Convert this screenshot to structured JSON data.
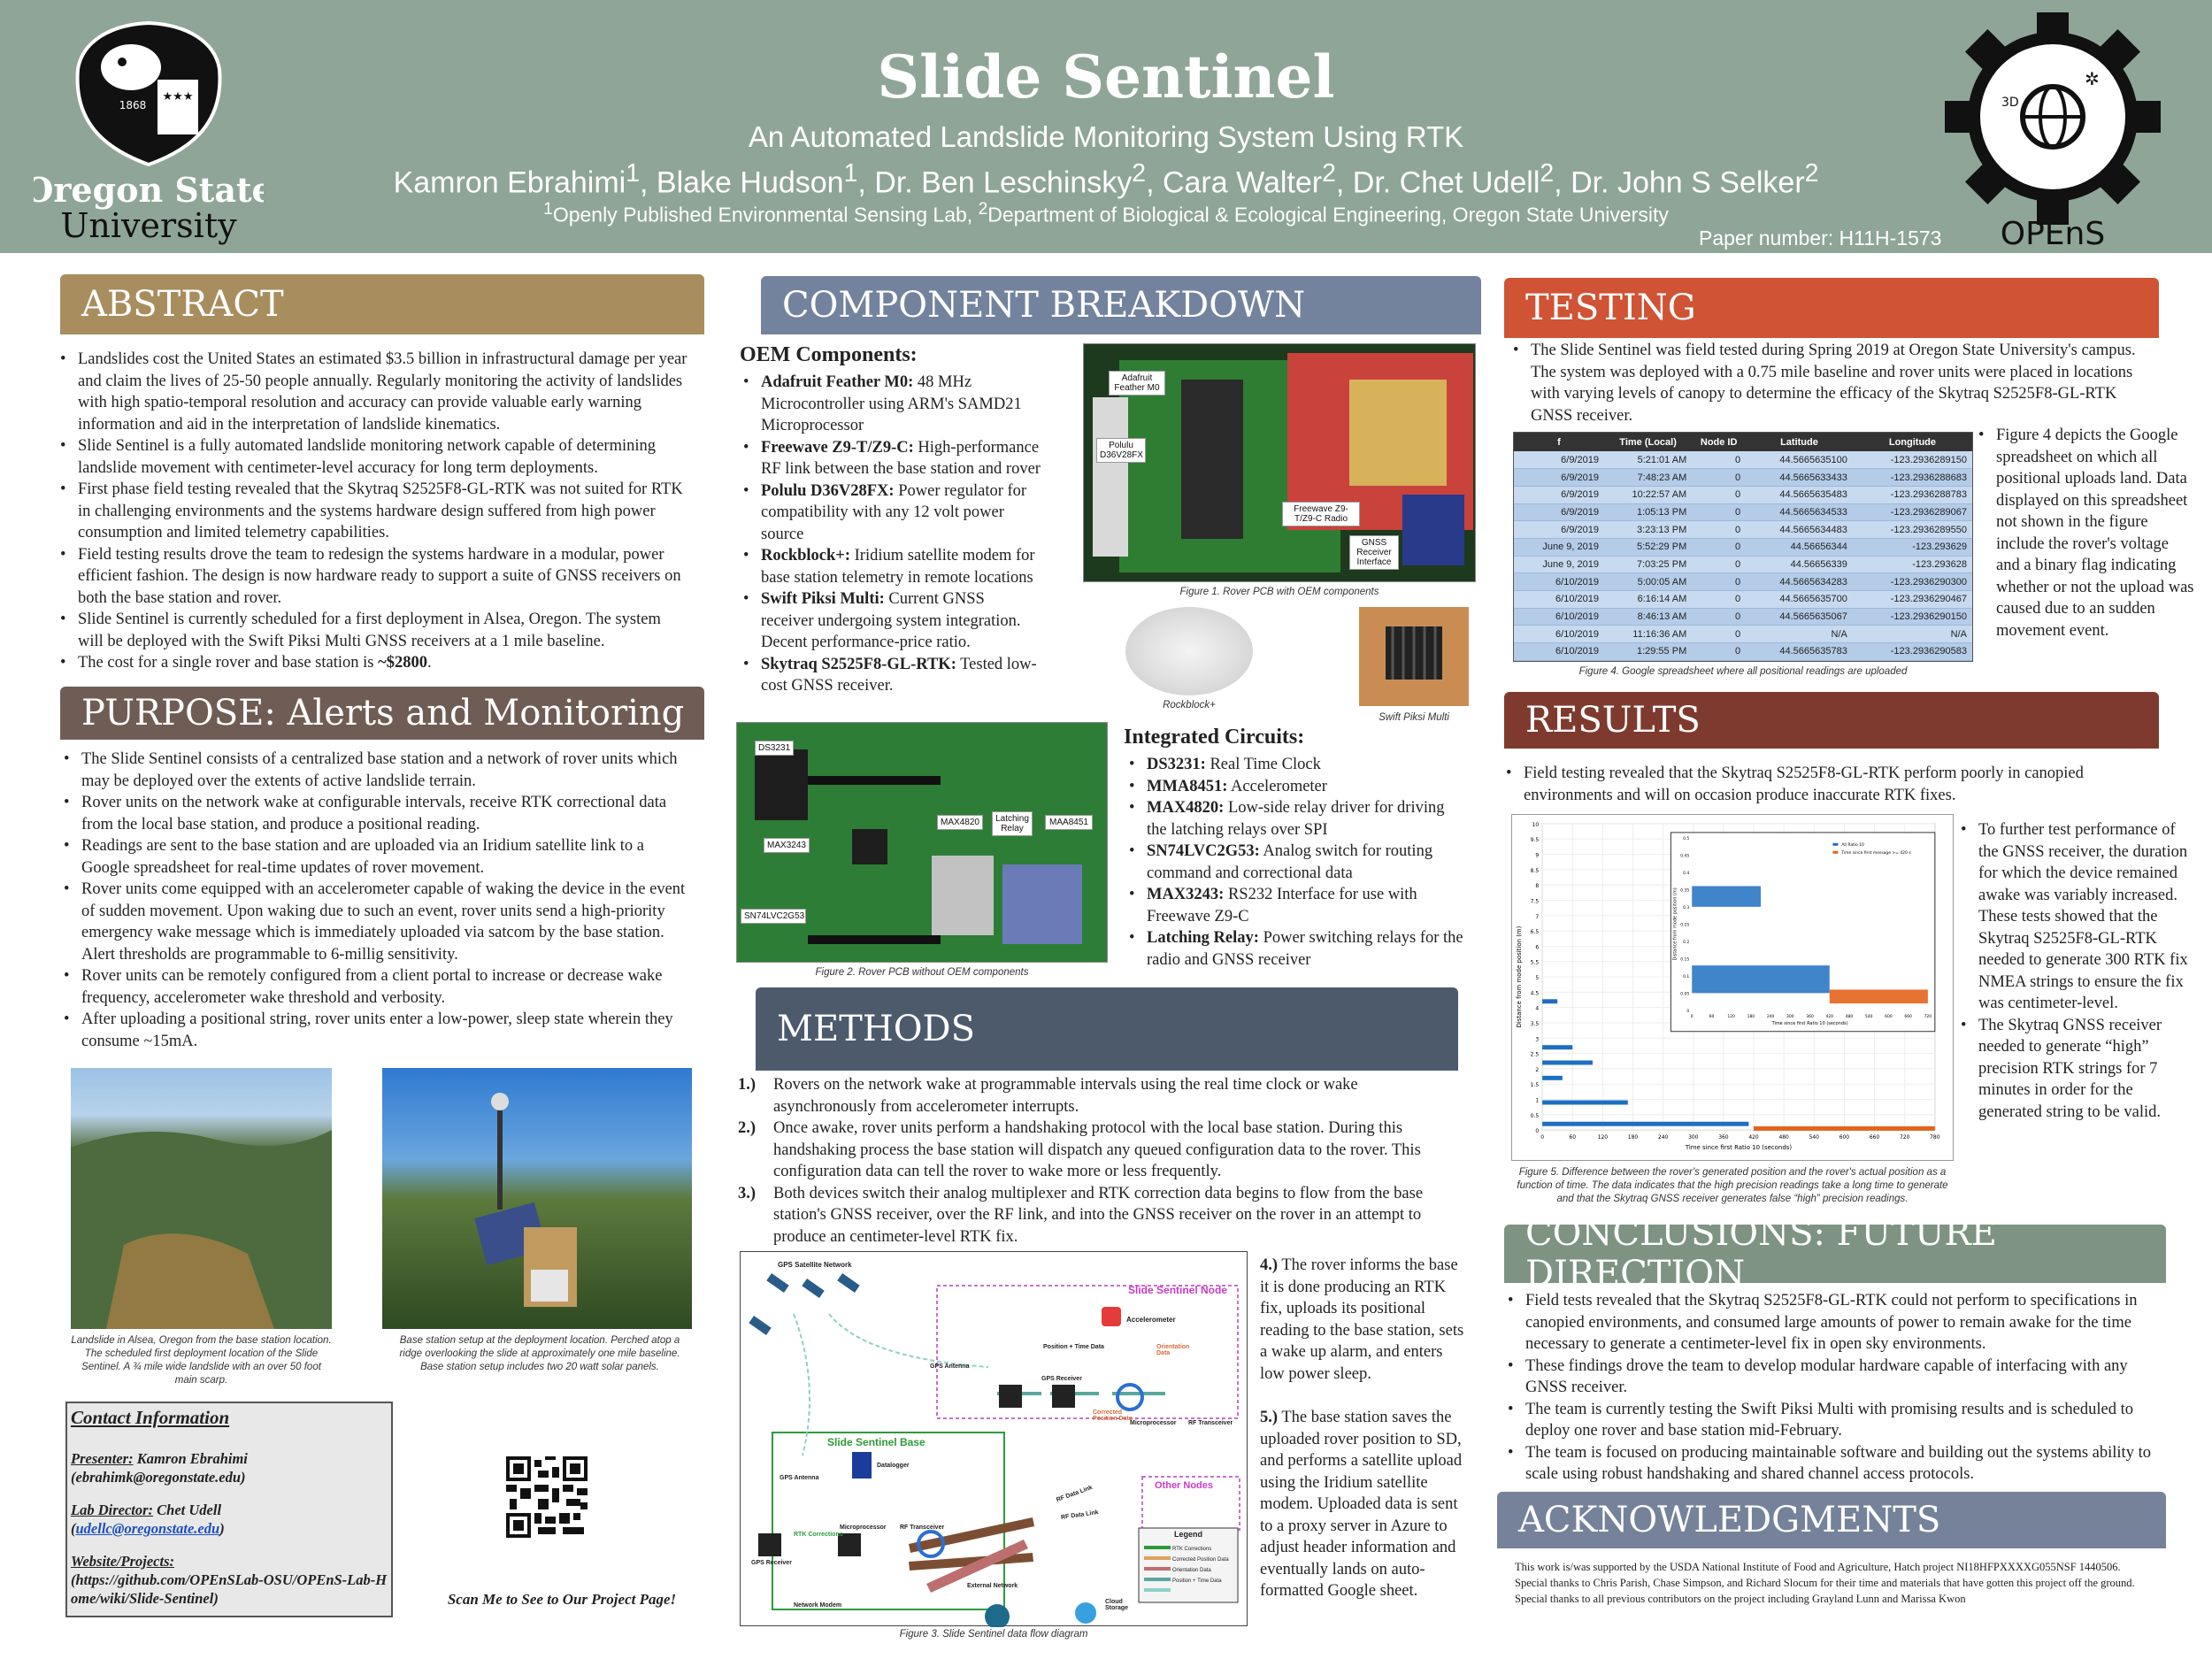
{
  "header": {
    "title": "Slide Sentinel",
    "subtitle": "An Automated Landslide Monitoring System Using RTK",
    "paper_number": "Paper number: H11H-1573",
    "osu_name_1": "Oregon State",
    "osu_name_2": "University",
    "osu_year": "1868",
    "opens_label": "OPEnS"
  },
  "authors": [
    {
      "name": "Kamron Ebrahimi",
      "sup": "1"
    },
    {
      "name": "Blake Hudson",
      "sup": "1"
    },
    {
      "name": "Dr. Ben Leschinsky",
      "sup": "2"
    },
    {
      "name": "Cara Walter",
      "sup": "2"
    },
    {
      "name": "Dr. Chet Udell",
      "sup": "2"
    },
    {
      "name": "Dr. John S Selker",
      "sup": "2"
    }
  ],
  "affiliations": {
    "sup1": "1",
    "text1": "Openly Published Environmental Sensing Lab, ",
    "sup2": "2",
    "text2": "Department of Biological & Ecological Engineering, Oregon State University"
  },
  "abstract": {
    "heading": "ABSTRACT",
    "bullets": [
      "Landslides cost the United States an estimated $3.5 billion in infrastructural damage per year and claim the lives of 25-50 people annually. Regularly monitoring the activity of landslides with high spatio-temporal resolution and accuracy can provide valuable early warning information and aid in the interpretation of landslide kinematics.",
      "Slide Sentinel is a fully automated landslide monitoring network capable of determining landslide movement with centimeter-level accuracy for long term deployments.",
      "First phase field testing revealed that the Skytraq S2525F8-GL-RTK was not suited for RTK in challenging environments and the systems hardware design suffered from high power consumption and limited telemetry capabilities.",
      "Field testing results drove the team to redesign the systems hardware in a modular, power efficient fashion. The design is now hardware ready to support a suite of GNSS receivers on both the base station and rover.",
      "Slide Sentinel is currently scheduled for a first deployment in Alsea, Oregon. The system will be deployed with the Swift Piksi Multi GNSS receivers at a 1 mile baseline."
    ],
    "cost_text": "The cost for a single rover and base station is ",
    "cost_value": "~$2800",
    "cost_end": "."
  },
  "purpose": {
    "heading": "PURPOSE: Alerts and Monitoring",
    "bullets": [
      "The Slide Sentinel consists of a centralized base station and a network of rover units which may be deployed over the extents of active landslide terrain.",
      "Rover units on the network wake at configurable intervals, receive RTK correctional data from the local base station, and produce a positional reading.",
      "Readings are sent to the base station and are uploaded via an Iridium satellite link to a Google spreadsheet for real-time updates of rover movement.",
      "Rover units come equipped with an accelerometer capable of waking the device in the event of sudden movement. Upon waking due to such an event, rover units send a high-priority emergency wake message which is immediately uploaded via satcom by the base station. Alert thresholds are programmable to 6-millig sensitivity.",
      "Rover units can be remotely configured from a client portal to increase or decrease wake frequency, accelerometer wake threshold and verbosity.",
      "After uploading a positional string, rover units enter a low-power, sleep state wherein they consume ~15mA."
    ],
    "caption_left": "Landslide in Alsea, Oregon from the base station location. The scheduled first deployment location of the Slide Sentinel. A ¾ mile wide landslide with an over 50 foot main scarp.",
    "caption_right": "Base station setup at the deployment location. Perched atop a ridge overlooking the slide at approximately one mile baseline. Base station setup includes two 20 watt solar panels."
  },
  "contact": {
    "heading": "Contact Information",
    "presenter_label": "Presenter:",
    "presenter_name": " Kamron Ebrahimi",
    "presenter_email": "(ebrahimk@oregonstate.edu)",
    "director_label": "Lab Director:",
    "director_name": " Chet Udell",
    "director_email_open": "(",
    "director_email": "udellc@oregonstate.edu",
    "director_email_close": ")",
    "website_label": "Website/Projects:",
    "website_url": "(https://github.com/OPEnSLab-OSU/OPEnS-Lab-Home/wiki/Slide-Sentinel)",
    "qr_caption": "Scan Me to See to Our Project Page!"
  },
  "components": {
    "heading": "COMPONENT BREAKDOWN",
    "oem_heading": "OEM Components:",
    "oem": [
      {
        "name": "Adafruit Feather M0:",
        "desc": " 48 MHz Microcontroller using ARM's SAMD21 Microprocessor"
      },
      {
        "name": "Freewave Z9-T/Z9-C:",
        "desc": " High-performance RF link between the base station and rover"
      },
      {
        "name": "Polulu  D36V28FX:",
        "desc": " Power regulator for compatibility with any 12 volt power source"
      },
      {
        "name": "Rockblock+:",
        "desc": " Iridium satellite modem for base station telemetry in remote locations"
      },
      {
        "name": "Swift Piksi Multi:",
        "desc": " Current GNSS receiver undergoing system integration. Decent performance-price ratio."
      },
      {
        "name": "Skytraq S2525F8-GL-RTK:",
        "desc": " Tested low-cost GNSS receiver."
      }
    ],
    "ic_heading": "Integrated Circuits:",
    "ics": [
      {
        "name": "DS3231:",
        "desc": " Real Time Clock"
      },
      {
        "name": "MMA8451:",
        "desc": " Accelerometer"
      },
      {
        "name": "MAX4820:",
        "desc": " Low-side relay driver for driving the latching relays over SPI"
      },
      {
        "name": "SN74LVC2G53:",
        "desc": " Analog switch for routing command and correctional data"
      },
      {
        "name": "MAX3243:",
        "desc": " RS232 Interface for use with Freewave Z9-C"
      },
      {
        "name": "Latching Relay:",
        "desc": " Power switching relays for the radio and GNSS receiver"
      }
    ],
    "fig1_caption": "Figure 1. Rover PCB with OEM components",
    "fig1_labels": {
      "feather": "Adafruit Feather M0",
      "polulu": "Polulu D36V28FX",
      "freewave": "Freewave Z9-T/Z9-C Radio",
      "gnss": "GNSS Receiver Interface"
    },
    "rockblock_caption": "Rockblock+",
    "swift_caption": "Swift Piksi Multi",
    "fig2_caption": "Figure 2. Rover PCB without OEM components",
    "fig2_labels": {
      "ds3231": "DS3231",
      "max4820": "MAX4820",
      "relay": "Latching Relay",
      "maa8451": "MAA8451",
      "max3243": "MAX3243",
      "sn74": "SN74LVC2G53"
    }
  },
  "methods": {
    "heading": "METHODS",
    "steps": [
      {
        "n": "1.)",
        "text": "Rovers on the network wake at programmable intervals using the real time clock or wake asynchronously from accelerometer interrupts."
      },
      {
        "n": "2.)",
        "text": "Once awake, rover units perform a handshaking protocol with the local base station. During this handshaking process the base station will dispatch any queued configuration data to the rover. This configuration data can tell the rover to wake more or less frequently."
      },
      {
        "n": "3.)",
        "text": "Both devices switch their analog multiplexer and RTK correction data begins to flow from the base station's GNSS receiver, over the RF link, and into the GNSS receiver on the rover in an attempt to produce an centimeter-level RTK fix."
      }
    ],
    "step4_n": "4.)",
    "step4": " The rover informs the base it is done producing an RTK fix, uploads its positional reading to the base station, sets a wake up alarm, and enters low power sleep.",
    "step5_n": "5.)",
    "step5": " The base station saves the uploaded rover position to SD, and performs a satellite upload using the Iridium satellite modem. Uploaded data is sent to a proxy server in Azure to adjust header information and eventually lands on auto-formatted Google sheet.",
    "fig3_caption": "Figure 3. Slide Sentinel data flow diagram",
    "diagram": {
      "gps_network": "GPS Satellite Network",
      "node_title": "Slide Sentinel Node",
      "accelerometer": "Accelerometer",
      "orientation": "Orientation Data",
      "gps_antenna": "GPS Antenna",
      "gps_receiver": "GPS Receiver",
      "microprocessor": "Microprocessor",
      "rf_transceiver": "RF Transceiver",
      "corrected": "Corrected Position Data",
      "position_time": "Position + Time Data",
      "base_title": "Slide Sentinel Base",
      "datalogger": "Datalogger",
      "rtk_corrections": "RTK Corrections",
      "rf_data_link": "RF Data Link",
      "other_nodes": "Other Nodes",
      "legend": "Legend",
      "network_modem": "Network Modem",
      "external_network": "External Network",
      "cloud_storage": "Cloud Storage"
    }
  },
  "testing": {
    "heading": "TESTING",
    "bullet": "The Slide Sentinel was field tested during Spring 2019 at Oregon State University's campus. The system was deployed with a 0.75 mile baseline and rover units were placed in locations with varying levels of canopy to determine the efficacy of the Skytraq S2525F8-GL-RTK GNSS receiver.",
    "side_bullet": "Figure 4 depicts the Google spreadsheet on which all positional uploads land. Data displayed on this spreadsheet not shown in the figure include the rover's voltage and a binary flag indicating whether or not the upload was caused due to an sudden movement event.",
    "fig4_caption": "Figure 4. Google spreadsheet where all positional readings are uploaded",
    "sheet_headers": [
      "f",
      "Time (Local)",
      "Node ID",
      "Latitude",
      "Longitude"
    ],
    "sheet_rows": [
      [
        "6/9/2019",
        "5:21:01 AM",
        "0",
        "44.5665635100",
        "-123.2936289150"
      ],
      [
        "6/9/2019",
        "7:48:23 AM",
        "0",
        "44.5665633433",
        "-123.2936288683"
      ],
      [
        "6/9/2019",
        "10:22:57 AM",
        "0",
        "44.5665635483",
        "-123.2936288783"
      ],
      [
        "6/9/2019",
        "1:05:13 PM",
        "0",
        "44.5665634533",
        "-123.2936289067"
      ],
      [
        "6/9/2019",
        "3:23:13 PM",
        "0",
        "44.5665634483",
        "-123.2936289550"
      ],
      [
        "June 9, 2019",
        "5:52:29 PM",
        "0",
        "44.56656344",
        "-123.293629"
      ],
      [
        "June 9, 2019",
        "7:03:25 PM",
        "0",
        "44.56656339",
        "-123.293628"
      ],
      [
        "6/10/2019",
        "5:00:05 AM",
        "0",
        "44.5665634283",
        "-123.2936290300"
      ],
      [
        "6/10/2019",
        "6:16:14 AM",
        "0",
        "44.5665635700",
        "-123.2936290467"
      ],
      [
        "6/10/2019",
        "8:46:13 AM",
        "0",
        "44.5665635067",
        "-123.2936290150"
      ],
      [
        "6/10/2019",
        "11:16:36 AM",
        "0",
        "N/A",
        "N/A"
      ],
      [
        "6/10/2019",
        "1:29:55 PM",
        "0",
        "44.5665635783",
        "-123.2936290583"
      ]
    ]
  },
  "results": {
    "heading": "RESULTS",
    "bullet": "Field testing revealed that the Skytraq S2525F8-GL-RTK perform poorly in canopied environments and will on occasion produce inaccurate RTK fixes.",
    "side_bullets": [
      "To further test performance of the GNSS receiver, the duration for which the device remained awake was variably increased. These tests showed that the Skytraq S2525F8-GL-RTK needed to generate 300 RTK fix NMEA strings to ensure the fix was centimeter-level.",
      "The Skytraq GNSS receiver needed to generate “high” precision RTK strings for 7 minutes in order for the generated string to be valid."
    ],
    "fig5_caption": "Figure 5. Difference between the rover's generated position and the rover's actual position as a function of time. The data indicates that the high precision readings take a long time to generate and that the Skytraq GNSS receiver generates false “high” precision readings."
  },
  "chart_data": {
    "type": "scatter",
    "xlabel": "Time since first Ratio 10 (seconds)",
    "ylabel": "Distance from mode position (m)",
    "xticks": [
      "0",
      "60",
      "120",
      "180",
      "240",
      "300",
      "360",
      "420",
      "480",
      "540",
      "600",
      "660",
      "720",
      "780"
    ],
    "yticks": [
      "0",
      "0.5",
      "1",
      "1.5",
      "2",
      "2.5",
      "3",
      "3.5",
      "4",
      "4.5",
      "5",
      "5.5",
      "6",
      "6.5",
      "7",
      "7.5",
      "8",
      "8.5",
      "9",
      "9.5",
      "10"
    ],
    "xlim": [
      0,
      780
    ],
    "ylim": [
      0,
      10
    ],
    "inset": {
      "xlabel": "Time since first Ratio 10 (seconds)",
      "ylabel": "Distance from mode position (m)",
      "xticks": [
        "0",
        "60",
        "120",
        "180",
        "240",
        "300",
        "360",
        "420",
        "480",
        "540",
        "600",
        "660",
        "720"
      ],
      "yticks": [
        "0",
        "0.05",
        "0.1",
        "0.15",
        "0.2",
        "0.25",
        "0.3",
        "0.35",
        "0.4",
        "0.45",
        "0.5"
      ],
      "legend": [
        "All Ratio 10",
        "Time since first message >= 420 s"
      ]
    },
    "series": [
      {
        "name": "All Ratio 10",
        "color": "#1f6fc1",
        "bands": [
          {
            "y": 4.2,
            "x": [
              0,
              30
            ]
          },
          {
            "y": 2.7,
            "x": [
              0,
              60
            ]
          },
          {
            "y": 2.2,
            "x": [
              0,
              100
            ]
          },
          {
            "y": 1.7,
            "x": [
              0,
              40
            ]
          },
          {
            "y": 0.9,
            "x": [
              0,
              170
            ]
          },
          {
            "y": 0.2,
            "x": [
              0,
              410
            ]
          }
        ]
      },
      {
        "name": "Time since first message >= 420 s",
        "color": "#e3641c",
        "bands": [
          {
            "y": 0.05,
            "x": [
              420,
              780
            ]
          }
        ]
      }
    ]
  },
  "conclusions": {
    "heading": "CONCLUSIONS: FUTURE DIRECTION",
    "bullets": [
      "Field tests revealed that the Skytraq S2525F8-GL-RTK could not perform to specifications in canopied environments, and consumed large amounts of power to remain awake for the time necessary to generate a centimeter-level fix in open sky environments.",
      "These findings drove the team to develop modular hardware capable of interfacing with any GNSS receiver.",
      "The team is currently testing the Swift Piksi Multi with promising results and is scheduled to deploy one rover and base station mid-February.",
      "The team is focused on producing maintainable software and building out the systems ability to scale using robust handshaking and shared channel access protocols."
    ]
  },
  "acknowledgments": {
    "heading": "ACKNOWLEDGMENTS",
    "lines": [
      "This work is/was supported by the USDA National Institute of Food and Agriculture, Hatch project NI18HFPXXXXG055NSF 1440506.",
      "Special thanks to Chris Parish, Chase Simpson, and Richard Slocum for their time and materials that have gotten this project off the ground.",
      "Special thanks to all previous contributors on the project including Grayland Lunn and Marissa Kwon"
    ]
  },
  "colors": {
    "header": "#8fa597",
    "abstract": "#a88d5f",
    "purpose": "#6f5d55",
    "components": "#74839d",
    "methods": "#4c5a6c",
    "testing": "#cf5334",
    "results": "#7f3a2f",
    "conclusions": "#7e9382",
    "acknowledgments": "#75829a"
  }
}
